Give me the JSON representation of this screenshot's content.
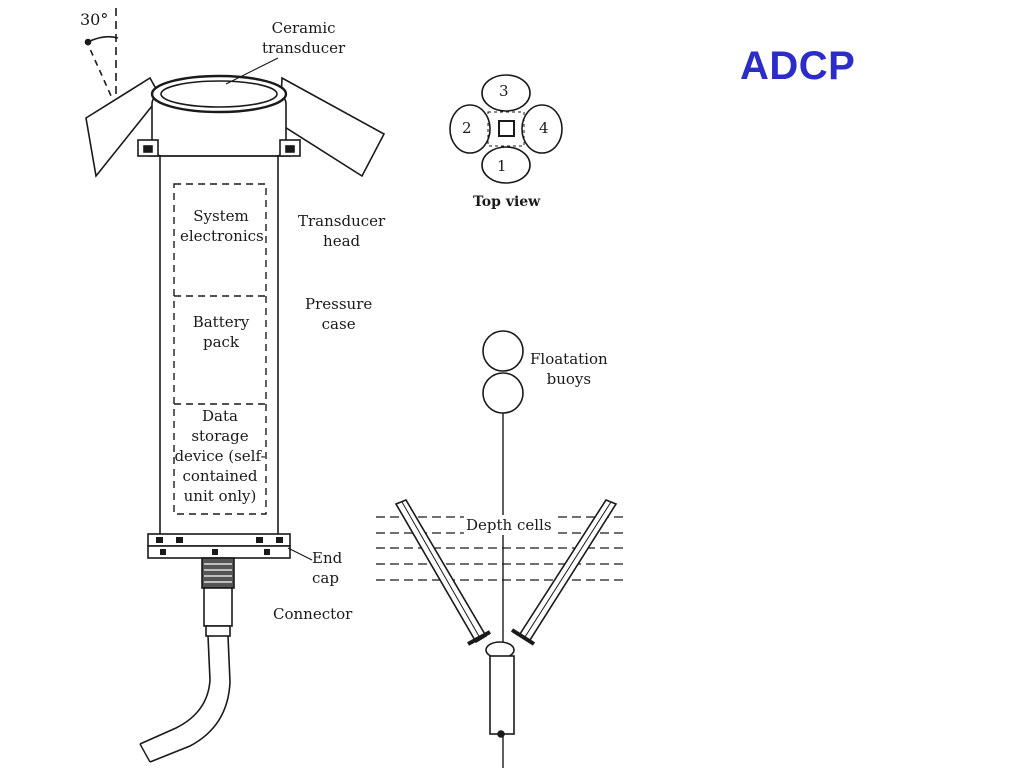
{
  "title": "ADCP",
  "labels": {
    "angle": "30°",
    "ceramic_transducer": [
      "Ceramic",
      "transducer"
    ],
    "system_electronics": [
      "System",
      "electronics"
    ],
    "transducer_head": [
      "Transducer",
      "head"
    ],
    "pressure_case": [
      "Pressure",
      "case"
    ],
    "battery_pack": [
      "Battery",
      "pack"
    ],
    "data_storage": [
      "Data",
      "storage",
      "device (self-",
      "contained",
      "unit only)"
    ],
    "end_cap": [
      "End",
      "cap"
    ],
    "connector": "Connector",
    "top_view": "Top view",
    "beam_numbers": [
      "1",
      "2",
      "3",
      "4"
    ],
    "floatation_buoys": [
      "Floatation",
      "buoys"
    ],
    "depth_cells": "Depth cells"
  },
  "colors": {
    "title": "#2c2cc8",
    "ink": "#1a1a1a"
  }
}
